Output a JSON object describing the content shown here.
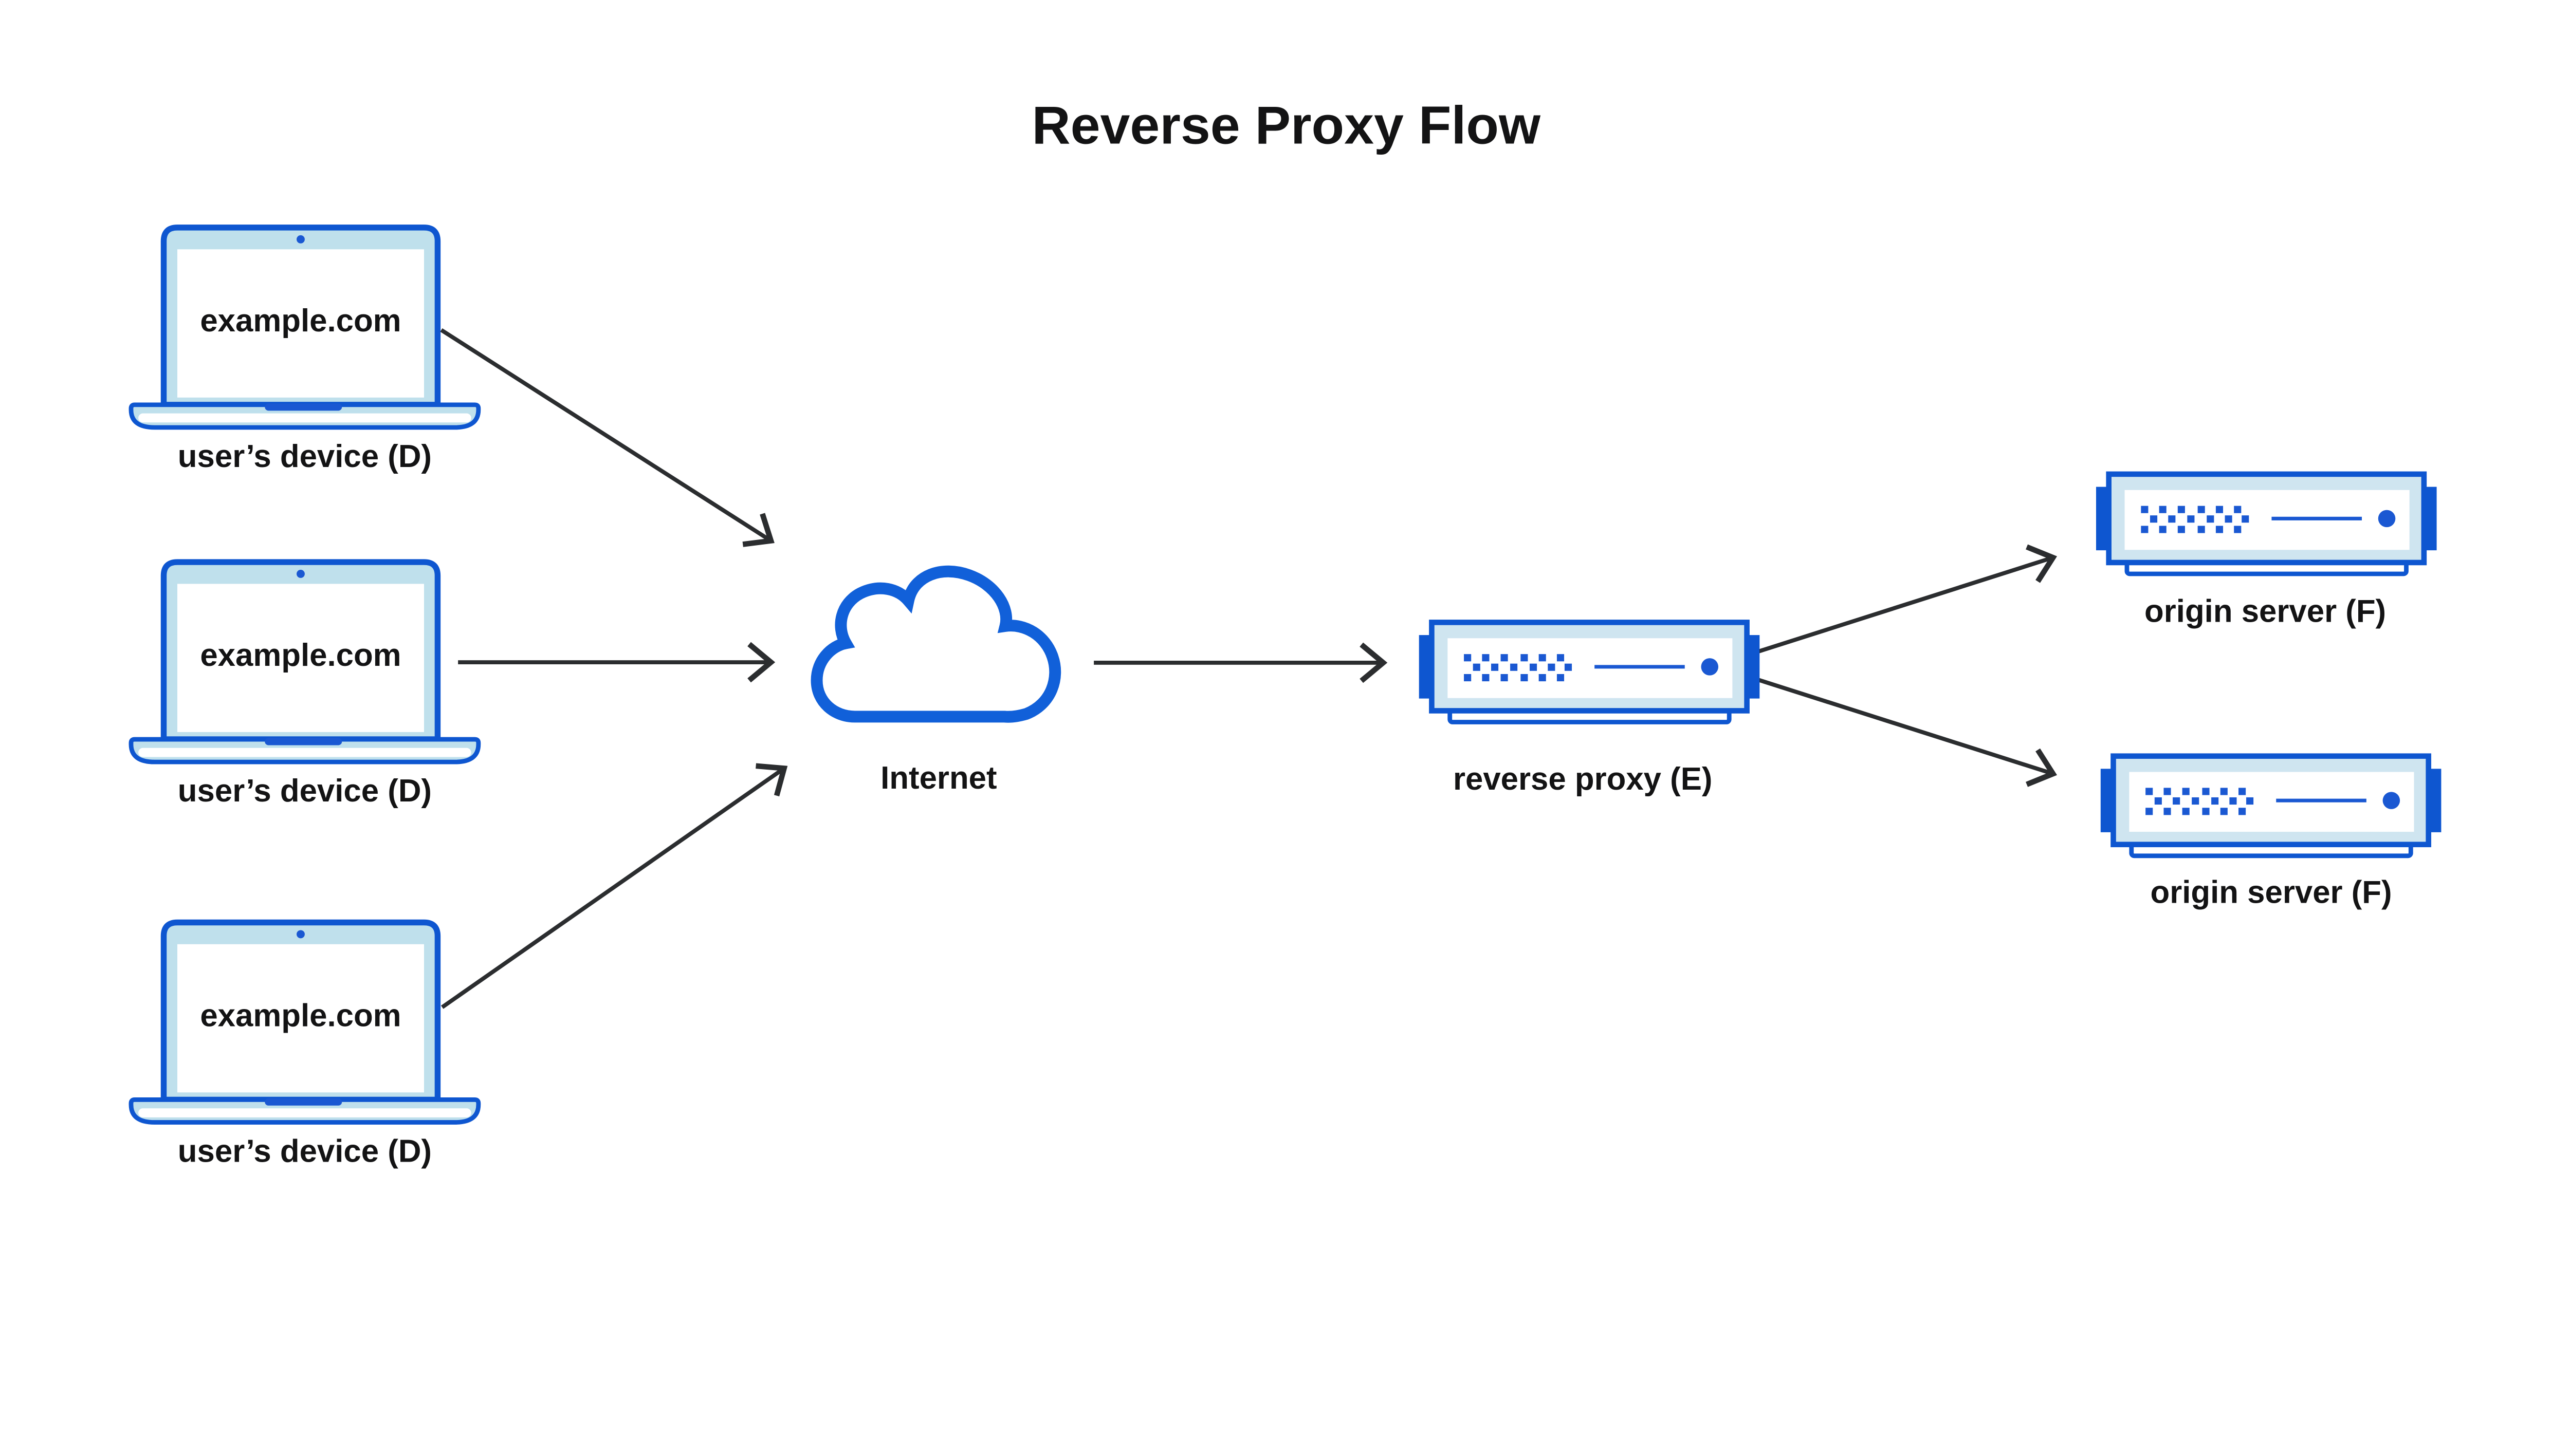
{
  "diagram": {
    "title": "Reverse Proxy Flow",
    "nodes": {
      "user_device_1": {
        "label": "user’s device (D)",
        "screen_text": "example.com"
      },
      "user_device_2": {
        "label": "user’s device (D)",
        "screen_text": "example.com"
      },
      "user_device_3": {
        "label": "user’s device (D)",
        "screen_text": "example.com"
      },
      "internet": {
        "label": "Internet"
      },
      "reverse_proxy": {
        "label": "reverse proxy (E)"
      },
      "origin_server_1": {
        "label": "origin server (F)"
      },
      "origin_server_2": {
        "label": "origin server (F)"
      }
    },
    "connections": [
      {
        "from": "user_device_1",
        "to": "internet"
      },
      {
        "from": "user_device_2",
        "to": "internet"
      },
      {
        "from": "user_device_3",
        "to": "internet"
      },
      {
        "from": "internet",
        "to": "reverse_proxy"
      },
      {
        "from": "reverse_proxy",
        "to": "origin_server_1"
      },
      {
        "from": "reverse_proxy",
        "to": "origin_server_2"
      }
    ],
    "colors": {
      "primary_blue": "#0e56d0",
      "accent_blue": "#1a58d2",
      "laptop_bezel": "#bfe0ec",
      "server_bezel": "#cfe5f0",
      "cloud_stroke": "#1160d9",
      "arrow": "#2b2d2f",
      "text": "#131314",
      "background": "#ffffff"
    }
  }
}
